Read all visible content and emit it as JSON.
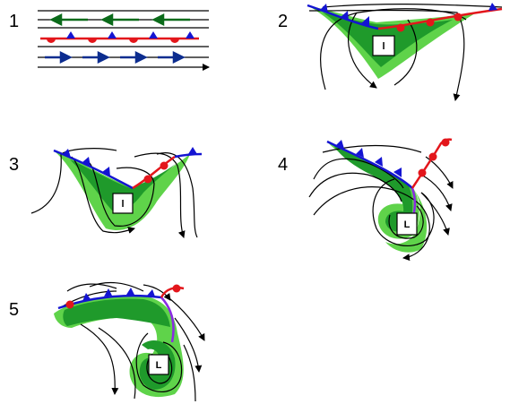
{
  "stages": [
    {
      "number": "1",
      "low_label": ""
    },
    {
      "number": "2",
      "low_label": "l"
    },
    {
      "number": "3",
      "low_label": "l"
    },
    {
      "number": "4",
      "low_label": "L"
    },
    {
      "number": "5",
      "low_label": "L"
    }
  ],
  "colors": {
    "cold_front": "#1414d2",
    "warm_front": "#e3161b",
    "occluded_front": "#8a2be2",
    "precip_light": "#5fd34a",
    "precip_heavy": "#1f9a2b",
    "easterly_flow": "#0b6b1a",
    "westerly_flow": "#0c2d8f",
    "streamline": "#000000"
  },
  "icons": [
    "cold-front-triangle",
    "warm-front-semicircle",
    "flow-arrow",
    "low-pressure-box"
  ]
}
